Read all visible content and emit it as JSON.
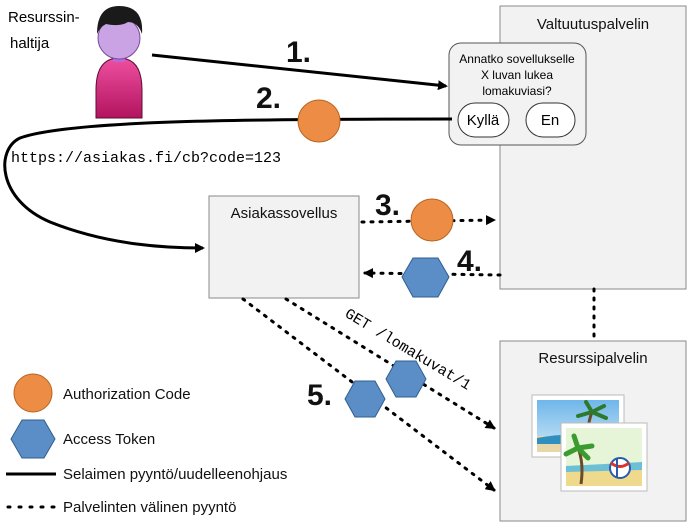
{
  "actors": {
    "resource_owner_line1": "Resurssin-",
    "resource_owner_line2": "haltija",
    "authorization_server": "Valtuutuspalvelin",
    "client_app": "Asiakassovellus",
    "resource_server": "Resurssipalvelin"
  },
  "consent_dialog": {
    "line1": "Annatko sovellukselle",
    "line2": "X luvan lukea",
    "line3": "lomakuviasi?",
    "yes_label": "Kyllä",
    "no_label": "En"
  },
  "steps": {
    "s1": "1.",
    "s2": "2.",
    "s3": "3.",
    "s4": "4.",
    "s5": "5."
  },
  "redirect_url": "https://asiakas.fi/cb?code=123",
  "api_request": "GET /lomakuvat/1",
  "legend": {
    "authorization_code": "Authorization Code",
    "access_token": "Access Token",
    "browser_request": "Selaimen pyyntö/uudelleenohjaus",
    "server_request": "Palvelinten välinen pyyntö"
  },
  "colors": {
    "code_fill": "#ed8c45",
    "token_fill": "#5b8ec6",
    "box_stroke": "#8a8a8a",
    "box_fill": "#f2f2f2",
    "user_body": "#d81b7a",
    "user_face": "#c9a3e3"
  },
  "icons": {
    "user": "user-icon",
    "photos": "photo-gallery-icon"
  }
}
